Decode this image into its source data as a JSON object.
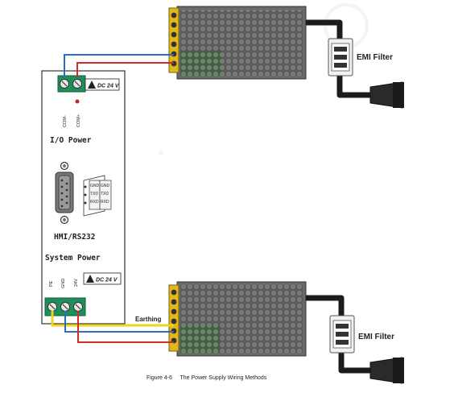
{
  "figure": {
    "caption": "Figure 4-6     The Power Supply Wiring Methods"
  },
  "controller": {
    "io_power": {
      "title": "I/O Power",
      "voltage_badge": "DC 24 V",
      "terminals": [
        "COM-",
        "COM+"
      ]
    },
    "hmi_port": {
      "title": "HMI/RS232",
      "pins": [
        "GND",
        "TXD",
        "RXD"
      ],
      "pins_mirror": [
        "GND",
        "TXD",
        "RXD"
      ]
    },
    "system_power": {
      "title": "System Power",
      "voltage_badge": "DC 24 V",
      "terminals": [
        "PE",
        "GND",
        "24V"
      ]
    }
  },
  "wiring": {
    "earthing_label": "Earthing"
  },
  "filters": {
    "top_label": "EMI Filter",
    "bottom_label": "EMI Filter"
  },
  "colors": {
    "wire_red": "#d42a22",
    "wire_blue": "#2b6cc4",
    "wire_yellow": "#f2d21b",
    "cable_black": "#1c1c1c",
    "terminal_green": "#1e8f5a",
    "terminal_yellow": "#e0b81c"
  }
}
